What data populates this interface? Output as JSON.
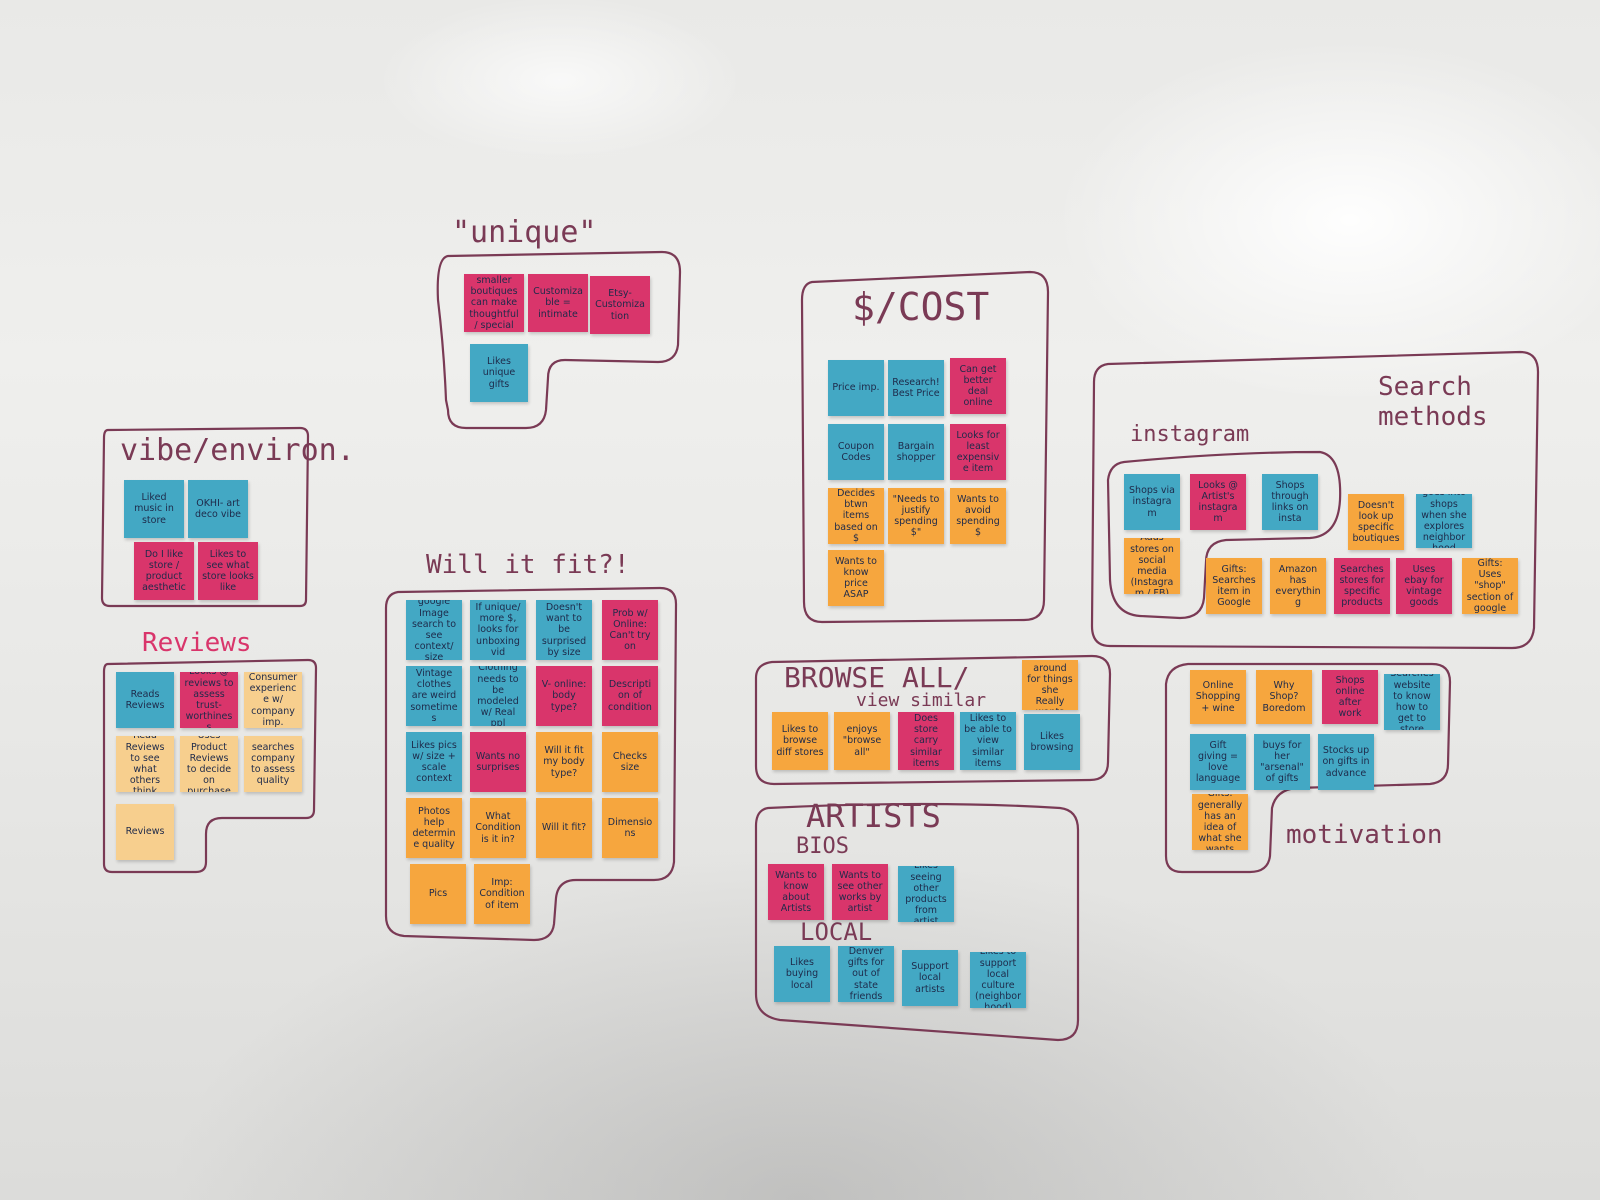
{
  "board": {
    "surface": "whiteboard",
    "marker_color": "#7a3a55",
    "note_colors": {
      "blue": "#43a8c4",
      "pink": "#d9356b",
      "orange": "#f6a63e",
      "peach": "#f7cf8e"
    }
  },
  "headings": {
    "unique": "\"unique\"",
    "vibe": "vibe/environ.",
    "reviews": "Reviews",
    "will_it_fit": "Will it fit?!",
    "cost": "$/COST",
    "search_methods_line1": "Search",
    "search_methods_line2": "methods",
    "instagram": "instagram",
    "browse_all": "BROWSE ALL/",
    "view_similar": "view similar",
    "artists": "ARTISTS",
    "bios": "BIOS",
    "local": "LOCAL",
    "motivation": "motivation"
  },
  "groups": {
    "unique": [
      {
        "text": "smaller boutiques can make thoughtful/ special",
        "color": "pink"
      },
      {
        "text": "Customizable = intimate",
        "color": "pink"
      },
      {
        "text": "Etsy- Customization",
        "color": "pink"
      },
      {
        "text": "Likes unique gifts",
        "color": "blue"
      }
    ],
    "vibe": [
      {
        "text": "Liked music in store",
        "color": "blue"
      },
      {
        "text": "OKHI- art deco vibe",
        "color": "blue"
      },
      {
        "text": "Do I like store / product aesthetic",
        "color": "pink"
      },
      {
        "text": "Likes to see what store looks like",
        "color": "pink"
      }
    ],
    "reviews": [
      {
        "text": "Reads Reviews",
        "color": "blue"
      },
      {
        "text": "Looks @ reviews to assess trust-worthiness",
        "color": "pink"
      },
      {
        "text": "Consumer experience w/ company imp.",
        "color": "peach"
      },
      {
        "text": "Read Reviews to see what others think",
        "color": "peach"
      },
      {
        "text": "Uses Product Reviews to decide on purchase",
        "color": "peach"
      },
      {
        "text": "searches company to assess quality",
        "color": "peach"
      },
      {
        "text": "Reviews",
        "color": "peach"
      }
    ],
    "will_it_fit": [
      {
        "text": "google Image search to see context/ size",
        "color": "blue"
      },
      {
        "text": "If unique/ more $, looks for unboxing vid",
        "color": "blue"
      },
      {
        "text": "Doesn't want to be surprised by size",
        "color": "blue"
      },
      {
        "text": "Prob w/ Online: Can't try on",
        "color": "pink"
      },
      {
        "text": "Vintage clothes are weird sometimes",
        "color": "blue"
      },
      {
        "text": "Clothing needs to be modeled w/ Real ppl",
        "color": "blue"
      },
      {
        "text": "V- online: body type?",
        "color": "pink"
      },
      {
        "text": "Description of condition",
        "color": "pink"
      },
      {
        "text": "Likes pics w/ size + scale context",
        "color": "blue"
      },
      {
        "text": "Wants no surprises",
        "color": "pink"
      },
      {
        "text": "Will it fit my body type?",
        "color": "orange"
      },
      {
        "text": "Checks size",
        "color": "orange"
      },
      {
        "text": "Photos help determine quality",
        "color": "orange"
      },
      {
        "text": "What Condition is it in?",
        "color": "orange"
      },
      {
        "text": "Will it fit?",
        "color": "orange"
      },
      {
        "text": "Dimensions",
        "color": "orange"
      },
      {
        "text": "Pics",
        "color": "orange"
      },
      {
        "text": "Imp: Condition of item",
        "color": "orange"
      }
    ],
    "cost": [
      {
        "text": "Price imp.",
        "color": "blue"
      },
      {
        "text": "Research! Best Price",
        "color": "blue"
      },
      {
        "text": "Can get better deal online",
        "color": "pink"
      },
      {
        "text": "Coupon Codes",
        "color": "blue"
      },
      {
        "text": "Bargain shopper",
        "color": "blue"
      },
      {
        "text": "Looks for least expensive item",
        "color": "pink"
      },
      {
        "text": "Decides btwn items based on $",
        "color": "orange"
      },
      {
        "text": "\"Needs to justify spending $\"",
        "color": "orange"
      },
      {
        "text": "Wants to avoid spending $",
        "color": "orange"
      },
      {
        "text": "Wants to know price ASAP",
        "color": "orange"
      }
    ],
    "search_methods": [
      {
        "text": "Shops via instagram",
        "color": "blue"
      },
      {
        "text": "Looks @ Artist's instagram",
        "color": "pink"
      },
      {
        "text": "Shops through links on insta",
        "color": "blue"
      },
      {
        "text": "Doesn't look up specific boutiques",
        "color": "orange"
      },
      {
        "text": "goes into shops when she explores neighborhood",
        "color": "blue"
      },
      {
        "text": "Adds stores on social media (Instagram / FB)",
        "color": "orange"
      },
      {
        "text": "Gifts: Searches item in Google",
        "color": "orange"
      },
      {
        "text": "Amazon has everything",
        "color": "orange"
      },
      {
        "text": "Searches stores for specific products",
        "color": "pink"
      },
      {
        "text": "Uses ebay for vintage goods",
        "color": "pink"
      },
      {
        "text": "Gifts: Uses \"shop\" section of google",
        "color": "orange"
      }
    ],
    "browse_all": [
      {
        "text": "Likes to browse diff stores",
        "color": "orange"
      },
      {
        "text": "enjoys \"browse all\"",
        "color": "orange"
      },
      {
        "text": "Does store carry similar items",
        "color": "pink"
      },
      {
        "text": "Likes to be able to view similar items",
        "color": "blue"
      },
      {
        "text": "browses around for things she Really wants",
        "color": "orange"
      },
      {
        "text": "Likes browsing",
        "color": "blue"
      }
    ],
    "artists_bios": [
      {
        "text": "Wants to know about Artists",
        "color": "pink"
      },
      {
        "text": "Wants to see other works by artist",
        "color": "pink"
      },
      {
        "text": "Likes seeing other products from artist",
        "color": "blue"
      }
    ],
    "artists_local": [
      {
        "text": "Likes buying local",
        "color": "blue"
      },
      {
        "text": "Denver gifts for out of state friends",
        "color": "blue"
      },
      {
        "text": "Support local artists",
        "color": "blue"
      },
      {
        "text": "Likes to support local culture (neighborhood)",
        "color": "blue"
      }
    ],
    "motivation": [
      {
        "text": "Online Shopping + wine",
        "color": "orange"
      },
      {
        "text": "Why Shop? Boredom",
        "color": "orange"
      },
      {
        "text": "Shops online after work",
        "color": "pink"
      },
      {
        "text": "Searches website to know how to get to store",
        "color": "blue"
      },
      {
        "text": "Gift giving = love language",
        "color": "blue"
      },
      {
        "text": "buys for her \"arsenal\" of gifts",
        "color": "blue"
      },
      {
        "text": "Stocks up on gifts in advance",
        "color": "blue"
      },
      {
        "text": "Gifts: generally has an idea of what she wants",
        "color": "orange"
      }
    ]
  }
}
